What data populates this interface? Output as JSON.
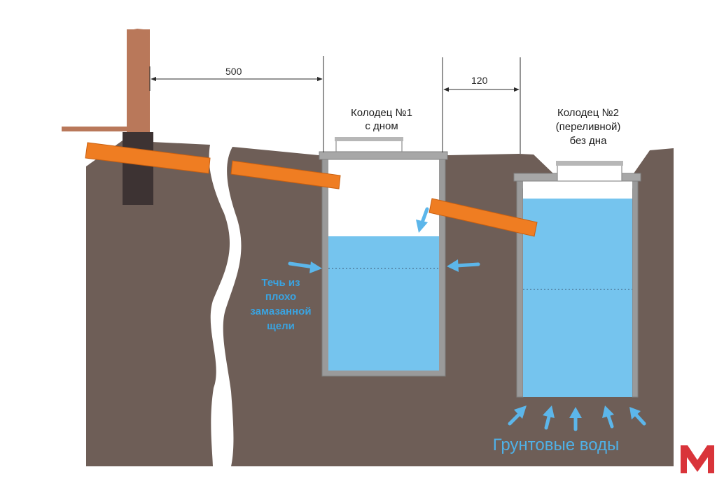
{
  "dimensions": {
    "post_to_well": "500",
    "well_gap": "120"
  },
  "well1": {
    "label_line1": "Колодец №1",
    "label_line2": "с дном"
  },
  "well2": {
    "label_line1": "Колодец №2",
    "label_line2": "(переливной)",
    "label_line3": "без дна"
  },
  "leak_note": {
    "line1": "Течь из",
    "line2": "плохо",
    "line3": "замазанной",
    "line4": "щели"
  },
  "groundwater_label": "Грунтовые воды",
  "logo": {
    "letter": "М",
    "color": "#d9343a"
  },
  "colors": {
    "soil": "#6e5e57",
    "water": "#75c4ee",
    "wall": "#9a9a9a",
    "pipe": "#ef7d22",
    "post": "#b9785a",
    "arrow": "#5cb6ea"
  }
}
